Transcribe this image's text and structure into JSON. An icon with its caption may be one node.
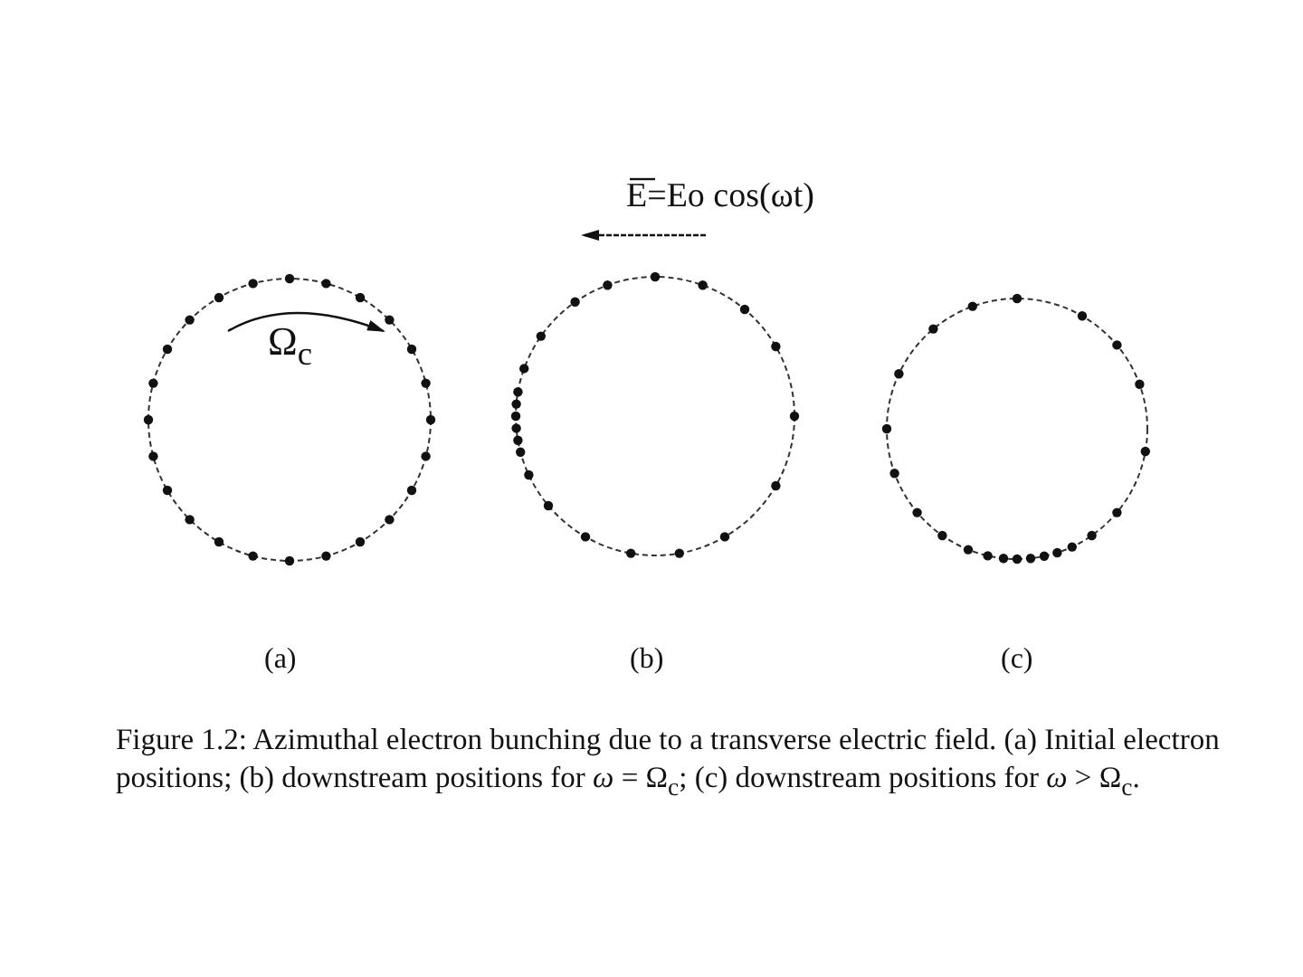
{
  "diagram": {
    "caption": "Figure 1.2: Azimuthal electron bunching due to a transverse electric field. (a) Initial electron positions; (b) downstream positions for *ω* = Ω$_{c}$; (c) downstream positions for *ω* > Ω$_{c}$.",
    "labels": [
      "E=Eo  cos(ωt)",
      "Ω$_{c}$",
      "(a)",
      "(b)",
      "(c)"
    ]
  }
}
